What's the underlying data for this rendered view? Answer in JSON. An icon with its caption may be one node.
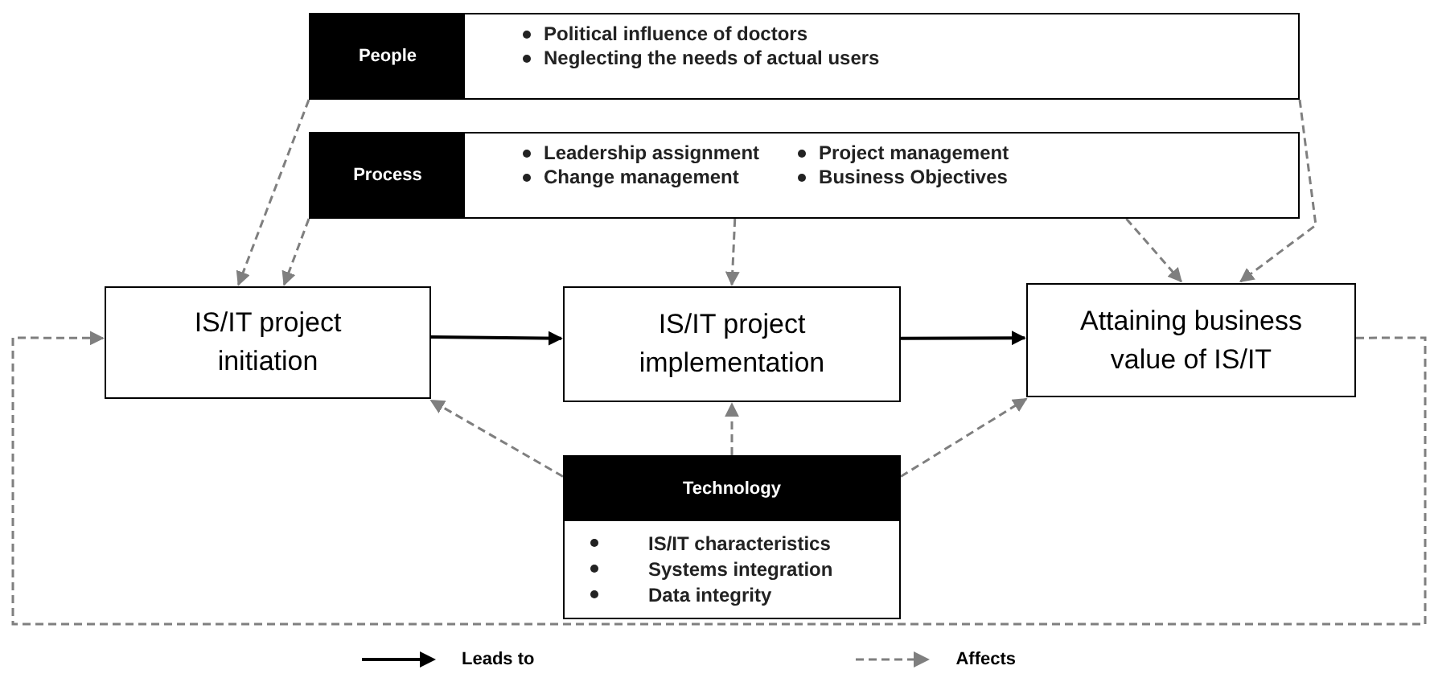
{
  "diagram": {
    "nodes": [
      {
        "text": [
          "People",
          "Political influence of doctors",
          "Neglecting the needs of actual users"
        ]
      },
      {
        "text": [
          "Process",
          "Leadership assignment",
          "Change management",
          "Project management",
          "Business Objectives"
        ]
      },
      {
        "text": [
          "IS/IT project initiation"
        ]
      },
      {
        "text": [
          "IS/IT project implementation"
        ]
      },
      {
        "text": [
          "Attaining business value of IS/IT"
        ]
      },
      {
        "text": [
          "Technology",
          "IS/IT characteristics",
          "Systems integration",
          "Data integrity"
        ]
      }
    ],
    "edges": [
      {
        "from": 0,
        "to": 2,
        "arrow": "to",
        "style": "dashed"
      },
      {
        "from": 0,
        "to": 4,
        "arrow": "to",
        "style": "dashed"
      },
      {
        "from": 1,
        "to": 2,
        "arrow": "to",
        "style": "dashed"
      },
      {
        "from": 1,
        "to": 3,
        "arrow": "to",
        "style": "dashed"
      },
      {
        "from": 1,
        "to": 4,
        "arrow": "to",
        "style": "dashed"
      },
      {
        "from": 2,
        "to": 3,
        "arrow": "to",
        "color": "#000000"
      },
      {
        "from": 3,
        "to": 4,
        "arrow": "to",
        "color": "#000000"
      },
      {
        "from": 5,
        "to": 2,
        "arrow": "to",
        "style": "dashed"
      },
      {
        "from": 5,
        "to": 3,
        "arrow": "to",
        "style": "dashed"
      },
      {
        "from": 5,
        "to": 4,
        "arrow": "to",
        "style": "dashed"
      },
      {
        "from": 4,
        "to": 2,
        "arrow": "to",
        "style": "dashed"
      }
    ],
    "legend": [
      {
        "text": "Leads to"
      },
      {
        "text": "Affects"
      }
    ]
  }
}
